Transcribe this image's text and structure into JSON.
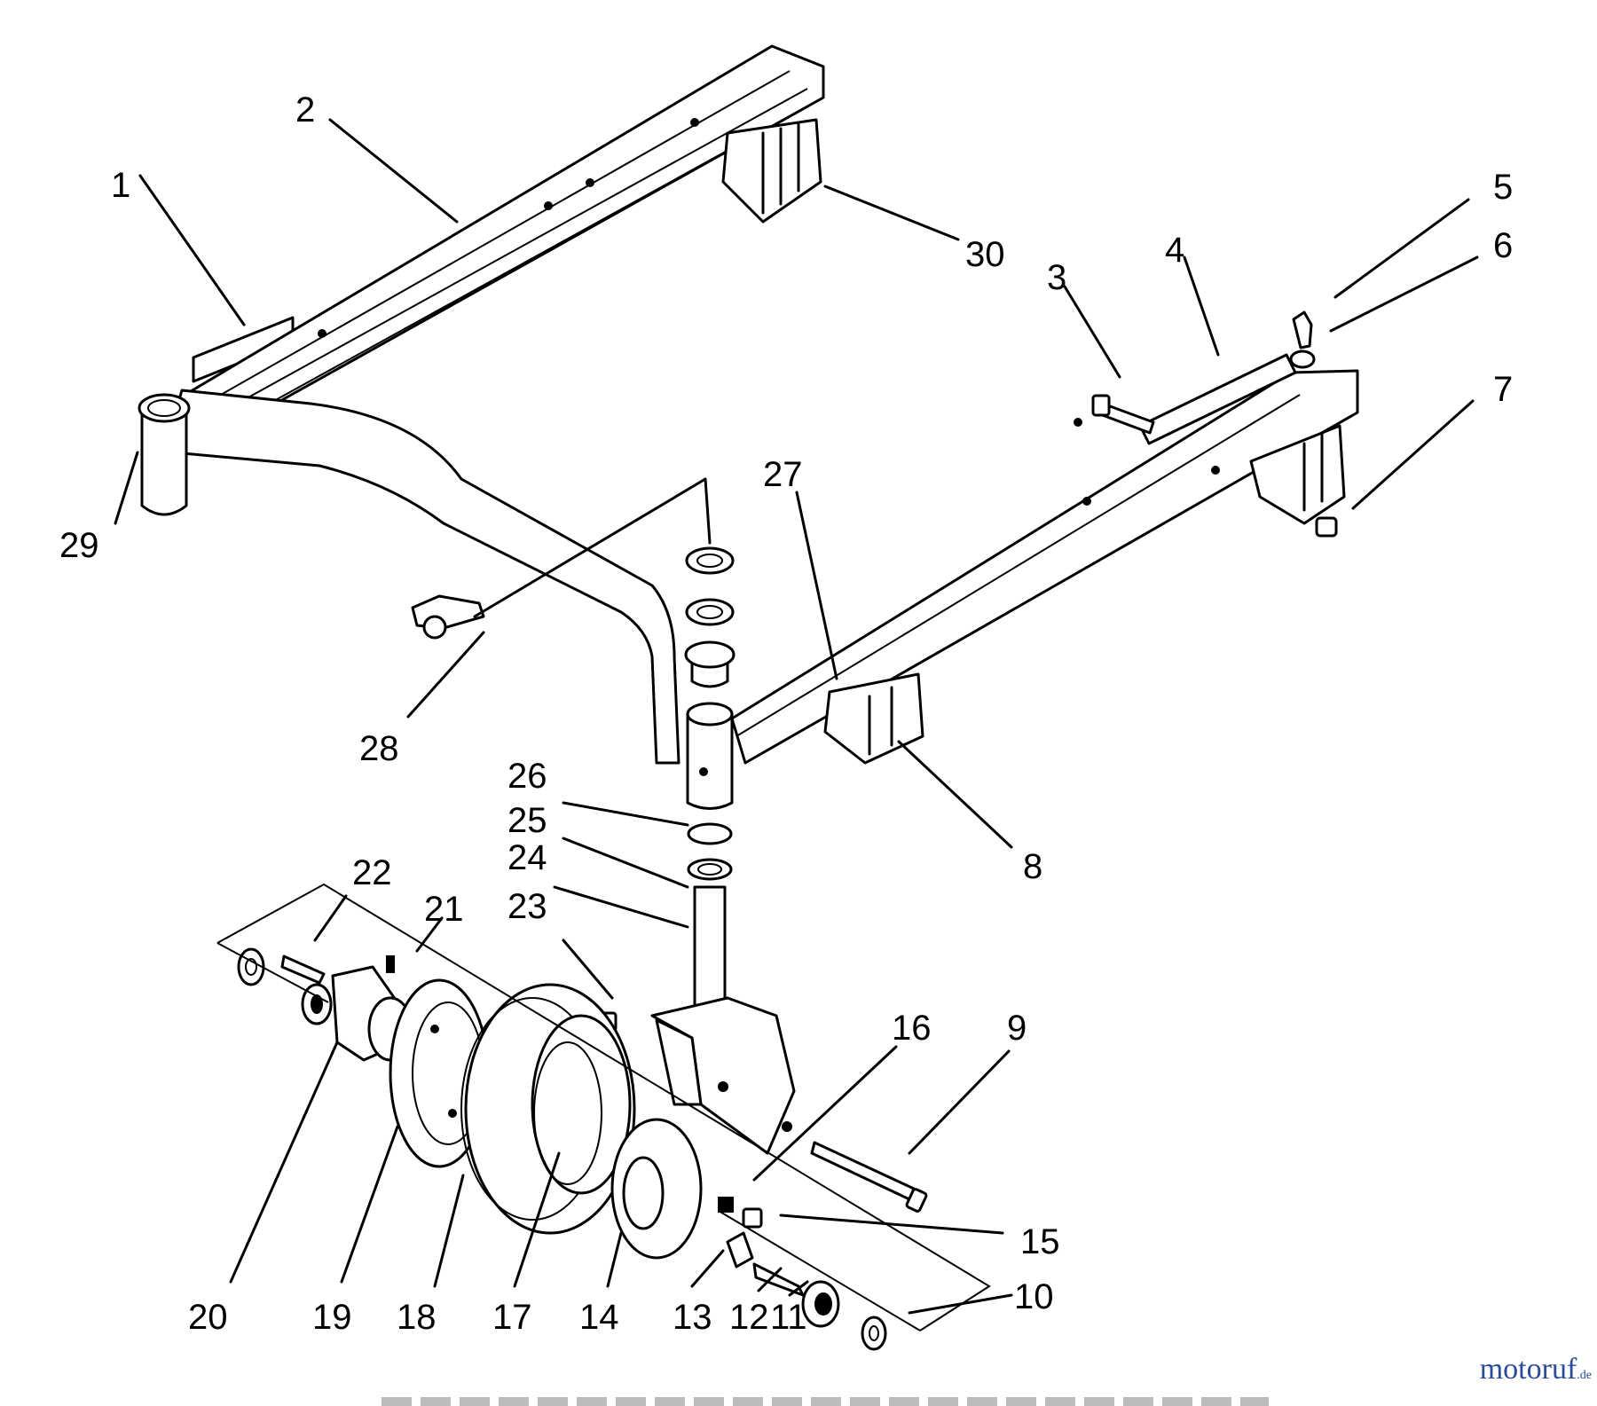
{
  "diagram": {
    "callouts": [
      {
        "id": "c1",
        "text": "1"
      },
      {
        "id": "c2",
        "text": "2"
      },
      {
        "id": "c3",
        "text": "3"
      },
      {
        "id": "c4",
        "text": "4"
      },
      {
        "id": "c5",
        "text": "5"
      },
      {
        "id": "c6",
        "text": "6"
      },
      {
        "id": "c7",
        "text": "7"
      },
      {
        "id": "c8",
        "text": "8"
      },
      {
        "id": "c9",
        "text": "9"
      },
      {
        "id": "c10",
        "text": "10"
      },
      {
        "id": "c11",
        "text": "11"
      },
      {
        "id": "c12",
        "text": "12"
      },
      {
        "id": "c13",
        "text": "13"
      },
      {
        "id": "c14",
        "text": "14"
      },
      {
        "id": "c15",
        "text": "15"
      },
      {
        "id": "c16",
        "text": "16"
      },
      {
        "id": "c17",
        "text": "17"
      },
      {
        "id": "c18",
        "text": "18"
      },
      {
        "id": "c19",
        "text": "19"
      },
      {
        "id": "c20",
        "text": "20"
      },
      {
        "id": "c21",
        "text": "21"
      },
      {
        "id": "c22",
        "text": "22"
      },
      {
        "id": "c23",
        "text": "23"
      },
      {
        "id": "c24",
        "text": "24"
      },
      {
        "id": "c25",
        "text": "25"
      },
      {
        "id": "c26",
        "text": "26"
      },
      {
        "id": "c27",
        "text": "27"
      },
      {
        "id": "c28",
        "text": "28"
      },
      {
        "id": "c29",
        "text": "29"
      },
      {
        "id": "c30",
        "text": "30"
      }
    ]
  },
  "watermark": {
    "text": "motoruf",
    "suffix": ".de"
  }
}
